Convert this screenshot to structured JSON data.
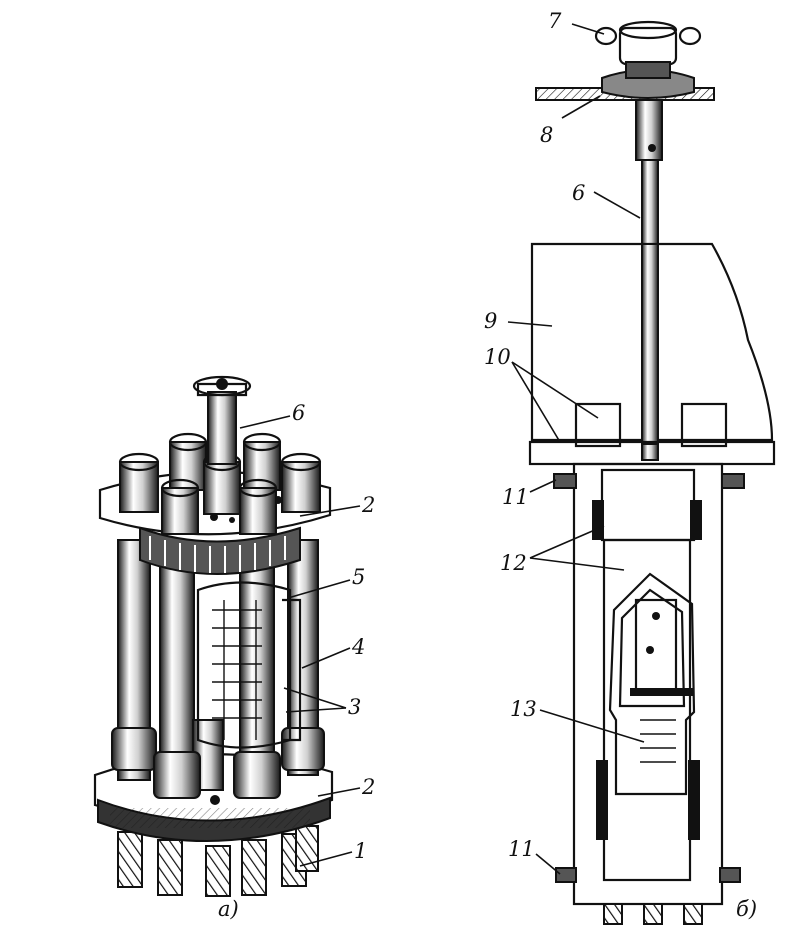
{
  "figure": {
    "panel_a": {
      "caption": "а)",
      "callouts": [
        "6",
        "2",
        "5",
        "4",
        "3",
        "2",
        "1"
      ]
    },
    "panel_b": {
      "caption": "б)",
      "callouts": [
        "7",
        "8",
        "6",
        "9",
        "10",
        "11",
        "12",
        "13",
        "11"
      ]
    }
  },
  "colors": {
    "ink": "#111111",
    "paper": "#ffffff",
    "shade": "#d9d9d9",
    "wood": "#c9c9c9"
  }
}
